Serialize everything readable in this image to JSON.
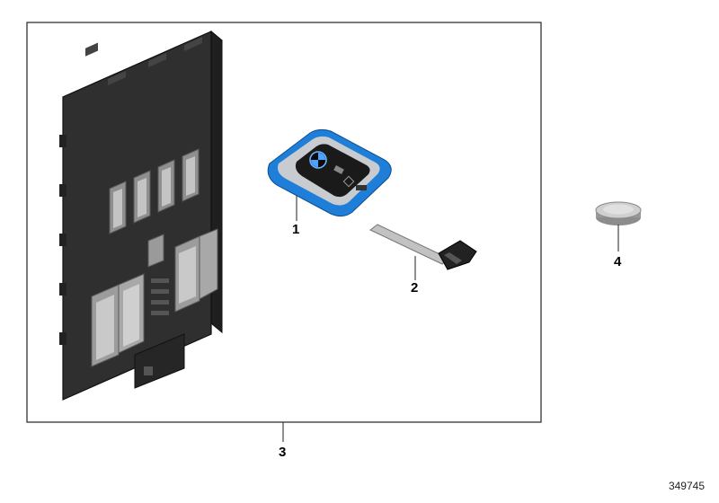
{
  "callouts": {
    "key_fob": "1",
    "emergency_key": "2",
    "control_module_kit": "3",
    "battery": "4"
  },
  "diagram_number": "349745",
  "colors": {
    "frame": "#222222",
    "module_body": "#2f2f2f",
    "module_edge": "#151515",
    "connector": "#a9a9a9",
    "key_blue": "#1e7ed8",
    "key_black": "#1a1a1a",
    "battery_silver": "#b8b8b8"
  }
}
